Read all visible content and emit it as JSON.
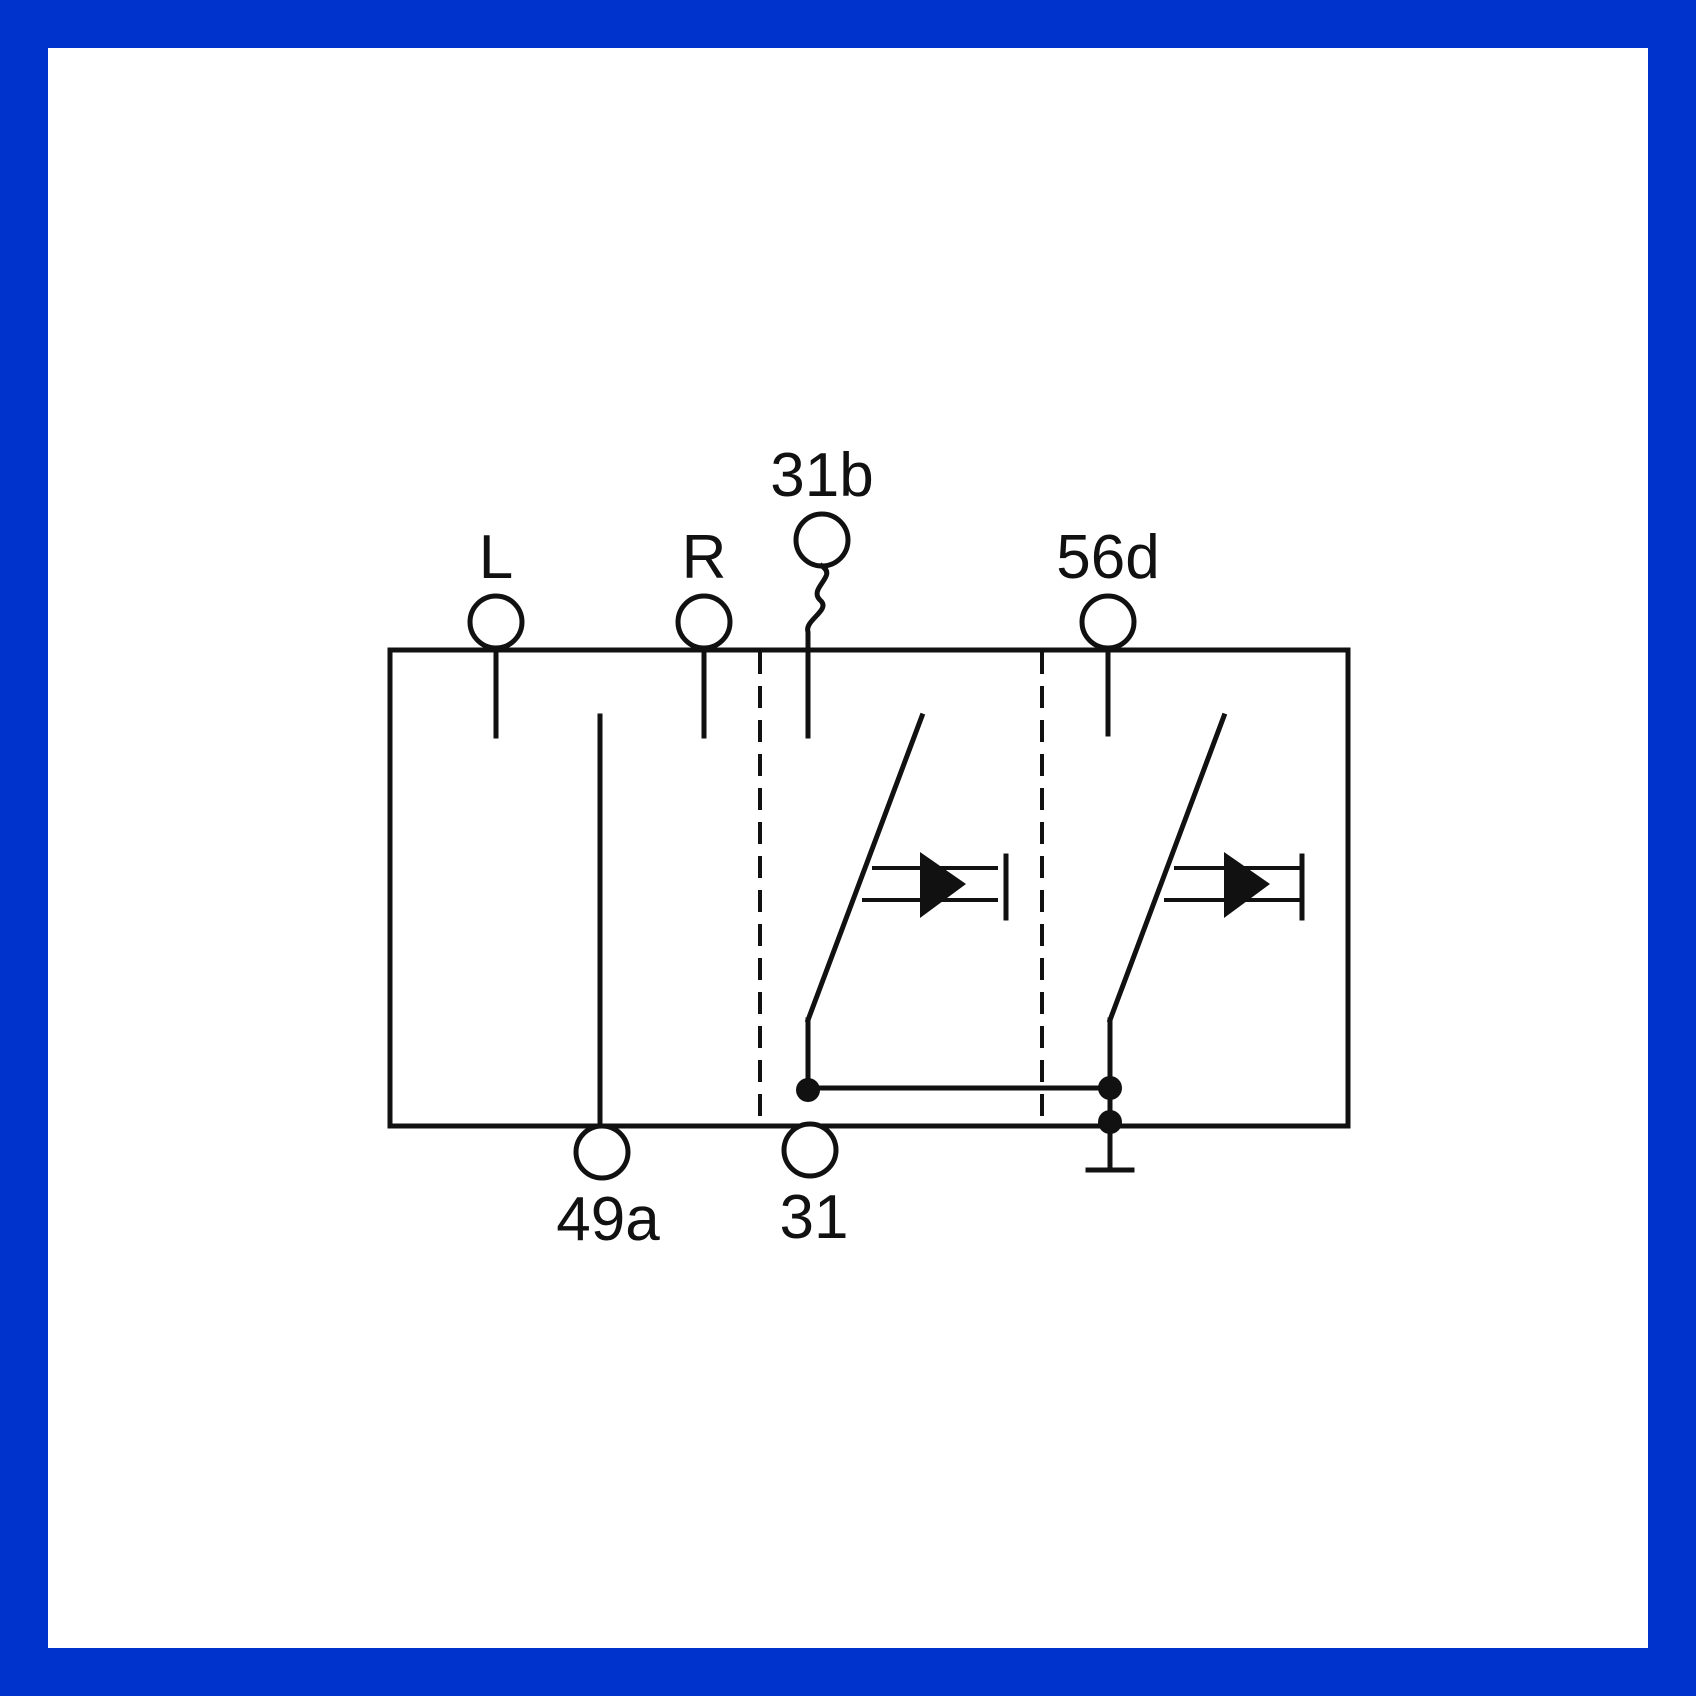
{
  "colors": {
    "border": "#0033cc",
    "background": "#ffffff",
    "ink": "#111111"
  },
  "terminals": {
    "L": "L",
    "R": "R",
    "t31b": "31b",
    "t56d": "56d",
    "t49a": "49a",
    "t31": "31"
  }
}
